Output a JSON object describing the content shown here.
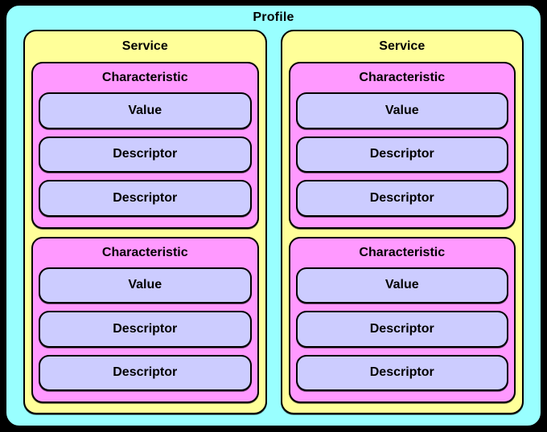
{
  "diagram": {
    "profile_label": "Profile",
    "colors": {
      "frame": "#000000",
      "border": "#000000",
      "text": "#000000",
      "profile": "#99FFFF",
      "service": "#FFFF99",
      "characteristic": "#FF99FF",
      "attribute": "#CCCCFF"
    },
    "services": [
      {
        "label": "Service",
        "characteristics": [
          {
            "label": "Characteristic",
            "items": [
              "Value",
              "Descriptor",
              "Descriptor"
            ]
          },
          {
            "label": "Characteristic",
            "items": [
              "Value",
              "Descriptor",
              "Descriptor"
            ]
          }
        ]
      },
      {
        "label": "Service",
        "characteristics": [
          {
            "label": "Characteristic",
            "items": [
              "Value",
              "Descriptor",
              "Descriptor"
            ]
          },
          {
            "label": "Characteristic",
            "items": [
              "Value",
              "Descriptor",
              "Descriptor"
            ]
          }
        ]
      }
    ]
  }
}
